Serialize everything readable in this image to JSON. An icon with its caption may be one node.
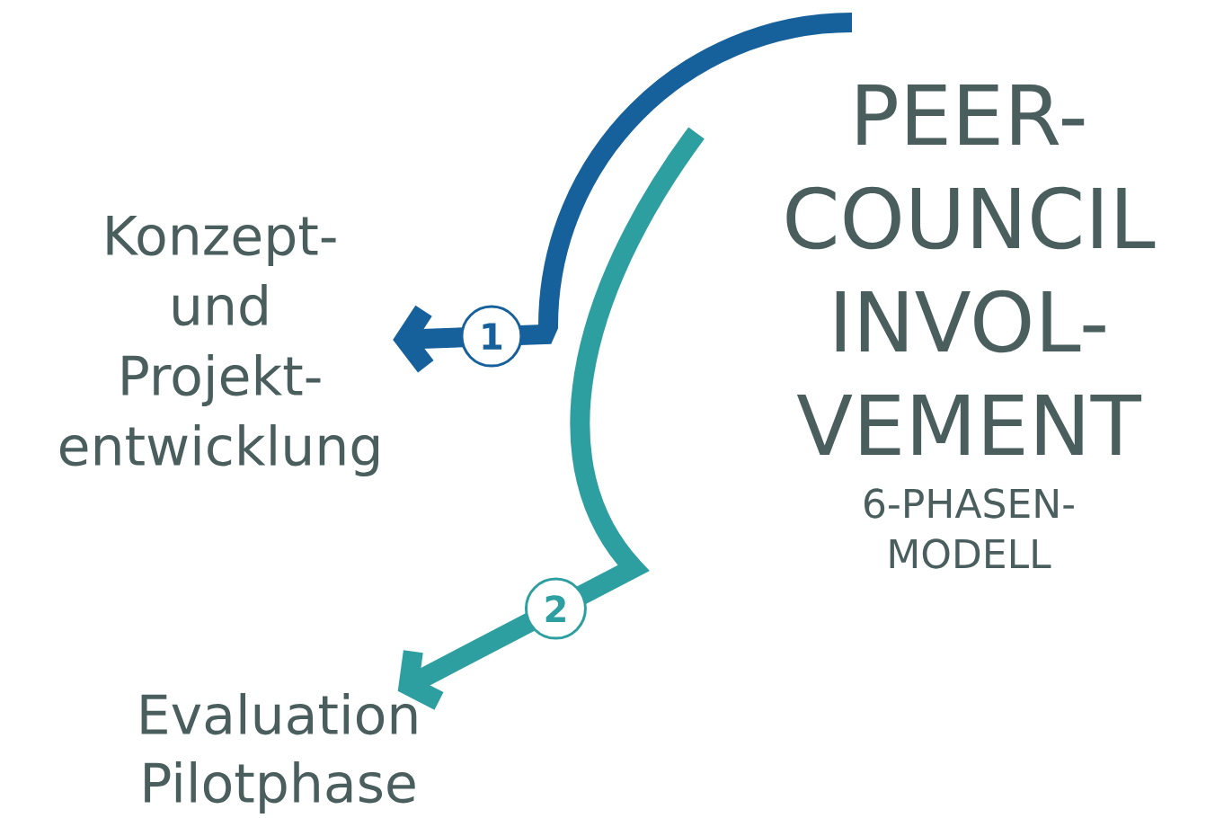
{
  "diagram": {
    "title": "PEER- COUNCIL INVOL- VEMENT",
    "nodes": [
      {
        "text": [
          "Konzept- und Projekt- entwicklung"
        ]
      },
      {
        "text": [
          "Evaluation Pilotphase"
        ]
      }
    ],
    "edges": [
      {
        "from": null,
        "to": 0,
        "arrow": "to",
        "label": "1",
        "color": "#16609c"
      },
      {
        "from": null,
        "to": 1,
        "arrow": "to",
        "label": "2",
        "color": "#2e9fa0"
      }
    ],
    "labels": [
      "6-PHASEN- MODELL"
    ]
  }
}
